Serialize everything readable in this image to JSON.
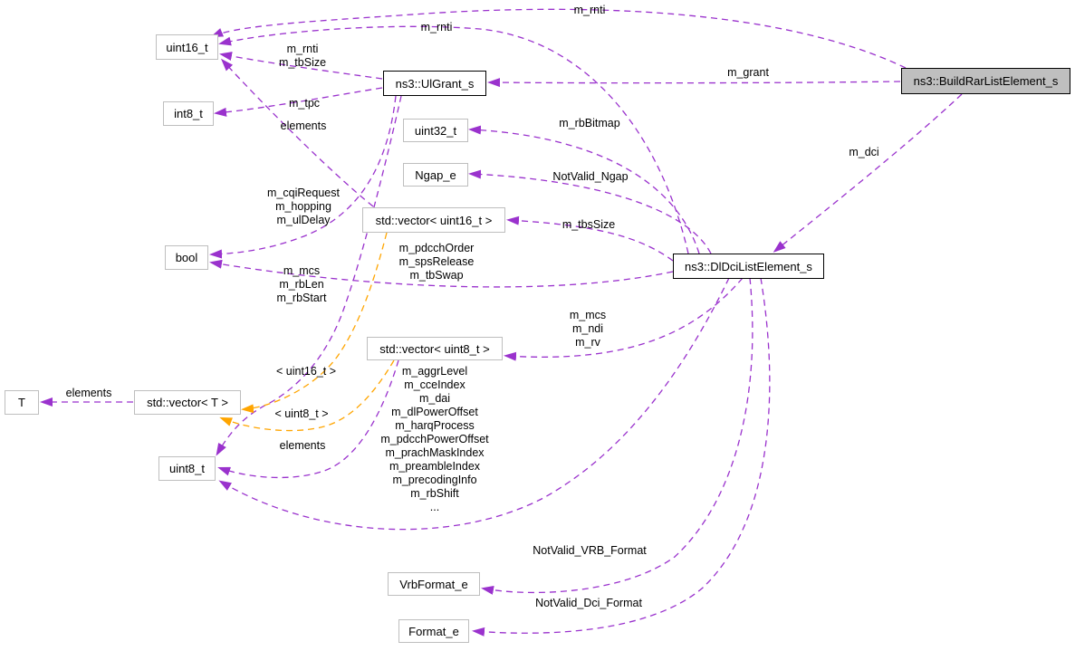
{
  "diagram": {
    "title": "ns3::BuildRarListElement_s collaboration graph",
    "colors": {
      "usage_edge": "#9a32cd",
      "template_edge": "#ffa500",
      "node_fill": "#ffffff",
      "current_node_fill": "#bfbfbf",
      "plain_node_border": "#bebebe",
      "class_node_border": "#000000"
    },
    "nodes": [
      {
        "id": "uint16_t",
        "label": "uint16_t"
      },
      {
        "id": "int8_t",
        "label": "int8_t"
      },
      {
        "id": "ulgrant",
        "label": "ns3::UlGrant_s"
      },
      {
        "id": "uint32_t",
        "label": "uint32_t"
      },
      {
        "id": "ngap_e",
        "label": "Ngap_e"
      },
      {
        "id": "vector_uint16",
        "label": "std::vector< uint16_t >"
      },
      {
        "id": "bool",
        "label": "bool"
      },
      {
        "id": "dldci",
        "label": "ns3::DlDciListElement_s"
      },
      {
        "id": "buildrar",
        "label": "ns3::BuildRarListElement_s"
      },
      {
        "id": "vector_uint8",
        "label": "std::vector< uint8_t >"
      },
      {
        "id": "t",
        "label": "T"
      },
      {
        "id": "vector_t",
        "label": "std::vector< T >"
      },
      {
        "id": "uint8_t",
        "label": "uint8_t"
      },
      {
        "id": "vrbformat_e",
        "label": "VrbFormat_e"
      },
      {
        "id": "format_e",
        "label": "Format_e"
      }
    ],
    "edge_labels": [
      {
        "text": "m_rnti"
      },
      {
        "text": "m_rnti"
      },
      {
        "text": "m_rnti\nm_tbSize"
      },
      {
        "text": "m_grant"
      },
      {
        "text": "m_tpc"
      },
      {
        "text": "elements"
      },
      {
        "text": "m_rbBitmap"
      },
      {
        "text": "NotValid_Ngap"
      },
      {
        "text": "m_dci"
      },
      {
        "text": "m_tbsSize"
      },
      {
        "text": "m_cqiRequest\nm_hopping\nm_ulDelay"
      },
      {
        "text": "m_pdcchOrder\nm_spsRelease\nm_tbSwap"
      },
      {
        "text": "m_mcs\nm_rbLen\nm_rbStart"
      },
      {
        "text": "m_mcs\nm_ndi\nm_rv"
      },
      {
        "text": "m_aggrLevel\nm_cceIndex\nm_dai\nm_dlPowerOffset\nm_harqProcess\nm_pdcchPowerOffset\nm_prachMaskIndex\nm_preambleIndex\nm_precodingInfo\nm_rbShift\n..."
      },
      {
        "text": "elements"
      },
      {
        "text": "< uint16_t >"
      },
      {
        "text": "< uint8_t >"
      },
      {
        "text": "elements"
      },
      {
        "text": "NotValid_VRB_Format"
      },
      {
        "text": "NotValid_Dci_Format"
      }
    ]
  }
}
